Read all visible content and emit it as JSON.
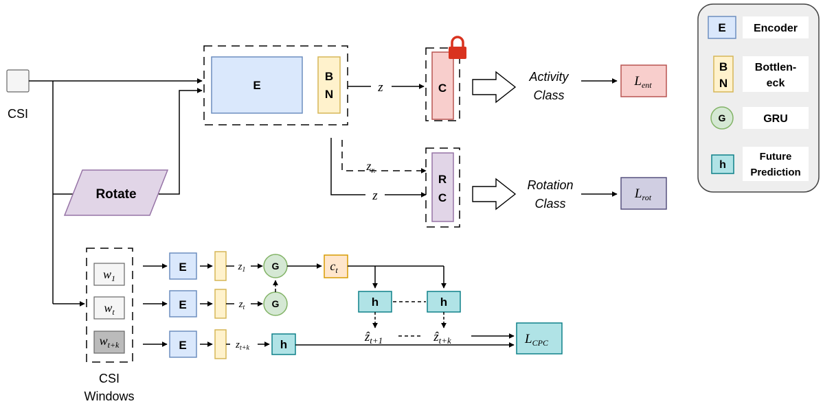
{
  "colors": {
    "encoder_fill": "#dae8fc",
    "encoder_stroke": "#6c8ebf",
    "bottleneck_fill": "#fff2cc",
    "bottleneck_stroke": "#d6b656",
    "classifier_fill": "#f8cecc",
    "classifier_stroke": "#b85450",
    "rotate_fill": "#e1d5e7",
    "rotate_stroke": "#9673a6",
    "rot_loss_fill": "#d0cee2",
    "rot_loss_stroke": "#56517e",
    "ctx_fill": "#ffe6cc",
    "ctx_stroke": "#d79b00",
    "gru_fill": "#d5e8d4",
    "gru_stroke": "#82b366",
    "pred_fill": "#b0e3e6",
    "pred_stroke": "#0e8088",
    "window_fill": "#f5f5f5",
    "window_dark_fill": "#bbbbbb",
    "lock": "#d9331f",
    "legend_fill": "#eeeeee",
    "legend_stroke": "#444444"
  },
  "icons": {
    "lock": "lock-icon"
  },
  "inputs": {
    "csi_label": "CSI",
    "rotate_label": "Rotate",
    "windows_label_line1": "CSI",
    "windows_label_line2": "Windows"
  },
  "top": {
    "encoder_label": "E",
    "bottleneck_line1": "B",
    "bottleneck_line2": "N",
    "z_label": "z",
    "classifier_label": "C",
    "activity_line1": "Activity",
    "activity_line2": "Class",
    "loss_ent_main": "L",
    "loss_ent_sub": "ent"
  },
  "rotation": {
    "zr_main": "z",
    "zr_sub": "r.",
    "z_label": "z",
    "rc_line1": "R",
    "rc_line2": "C",
    "rotation_line1": "Rotation",
    "rotation_line2": "Class",
    "loss_rot_main": "L",
    "loss_rot_sub": "rot"
  },
  "cpc": {
    "w1_main": "w",
    "w1_sub": "1",
    "wt_main": "w",
    "wt_sub": "t",
    "wtk_main": "w",
    "wtk_sub": "t+k",
    "encoder_label": "E",
    "z1_main": "z",
    "z1_sub": "1",
    "zt_main": "z",
    "zt_sub": "t",
    "ztk_main": "z",
    "ztk_sub": "t+k",
    "gru_label": "G",
    "ct_main": "c",
    "ct_sub": "t",
    "pred_label": "h",
    "zhat1_main": "ẑ",
    "zhat1_sub": "t+1",
    "zhatk_main": "ẑ",
    "zhatk_sub": "t+k",
    "loss_cpc_main": "L",
    "loss_cpc_sub": "CPC"
  },
  "legend": {
    "encoder_key": "E",
    "encoder_text": "Encoder",
    "bottleneck_key1": "B",
    "bottleneck_key2": "N",
    "bottleneck_text1": "Bottlen-",
    "bottleneck_text2": "eck",
    "gru_key": "G",
    "gru_text": "GRU",
    "pred_key": "h",
    "pred_text1": "Future",
    "pred_text2": "Prediction"
  }
}
